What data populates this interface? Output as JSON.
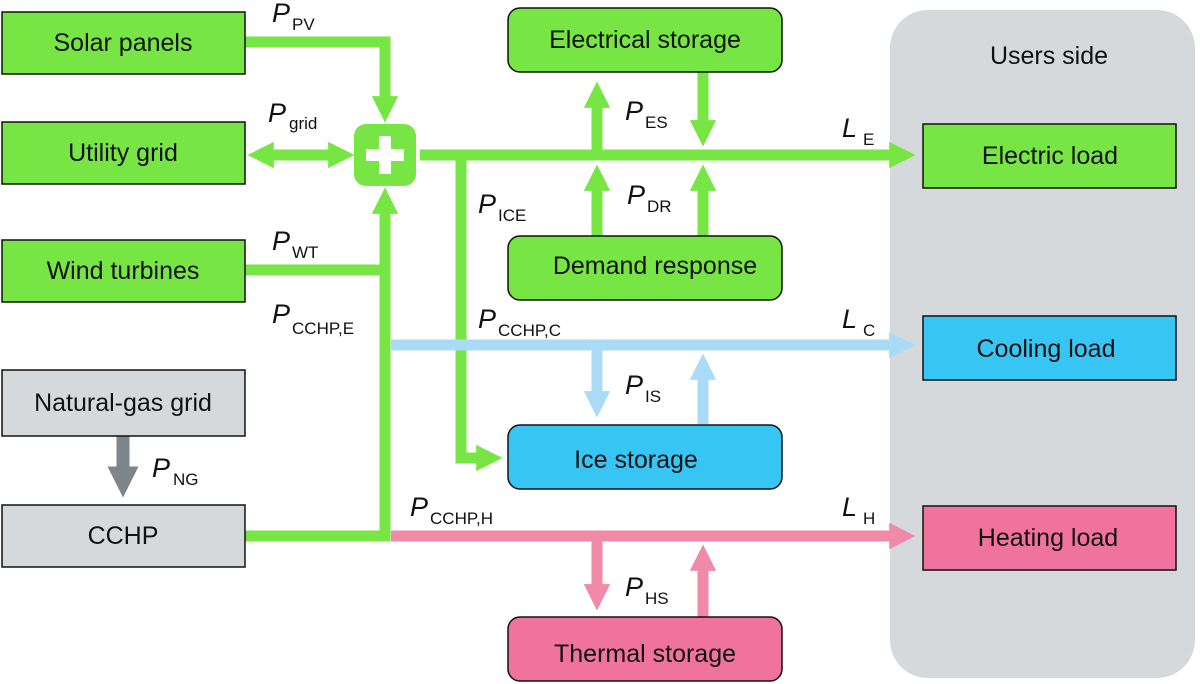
{
  "users_side": {
    "title": "Users side"
  },
  "sources": {
    "solar": "Solar panels",
    "grid": "Utility grid",
    "wind": "Wind turbines",
    "gas": "Natural-gas grid",
    "cchp": "CCHP"
  },
  "storage": {
    "electrical": "Electrical storage",
    "demand": "Demand response",
    "ice": "Ice storage",
    "thermal": "Thermal storage"
  },
  "loads": {
    "electric": "Electric load",
    "cooling": "Cooling load",
    "heating": "Heating load"
  },
  "flows": {
    "pv": {
      "main": "P",
      "sub": "PV"
    },
    "grid": {
      "main": "P",
      "sub": "grid"
    },
    "wt": {
      "main": "P",
      "sub": "WT"
    },
    "ice": {
      "main": "P",
      "sub": "ICE"
    },
    "es": {
      "main": "P",
      "sub": "ES"
    },
    "dr": {
      "main": "P",
      "sub": "DR"
    },
    "cchp_e": {
      "main": "P",
      "sub": "CCHP,E"
    },
    "cchp_c": {
      "main": "P",
      "sub": "CCHP,C"
    },
    "is": {
      "main": "P",
      "sub": "IS"
    },
    "ng": {
      "main": "P",
      "sub": "NG"
    },
    "cchp_h": {
      "main": "P",
      "sub": "CCHP,H"
    },
    "hs": {
      "main": "P",
      "sub": "HS"
    },
    "le": {
      "main": "L",
      "sub": "E"
    },
    "lc": {
      "main": "L",
      "sub": "C"
    },
    "lh": {
      "main": "L",
      "sub": "H"
    }
  },
  "colors": {
    "electric": "#77e543",
    "cooling_box": "#37c6f4",
    "cooling_flow": "#a9dbf7",
    "heating_box": "#f0739d",
    "heating_flow": "#f08aa8",
    "gas_box": "#d6d9db",
    "gas_flow": "#7d868b",
    "users_panel": "#d6d9db"
  }
}
